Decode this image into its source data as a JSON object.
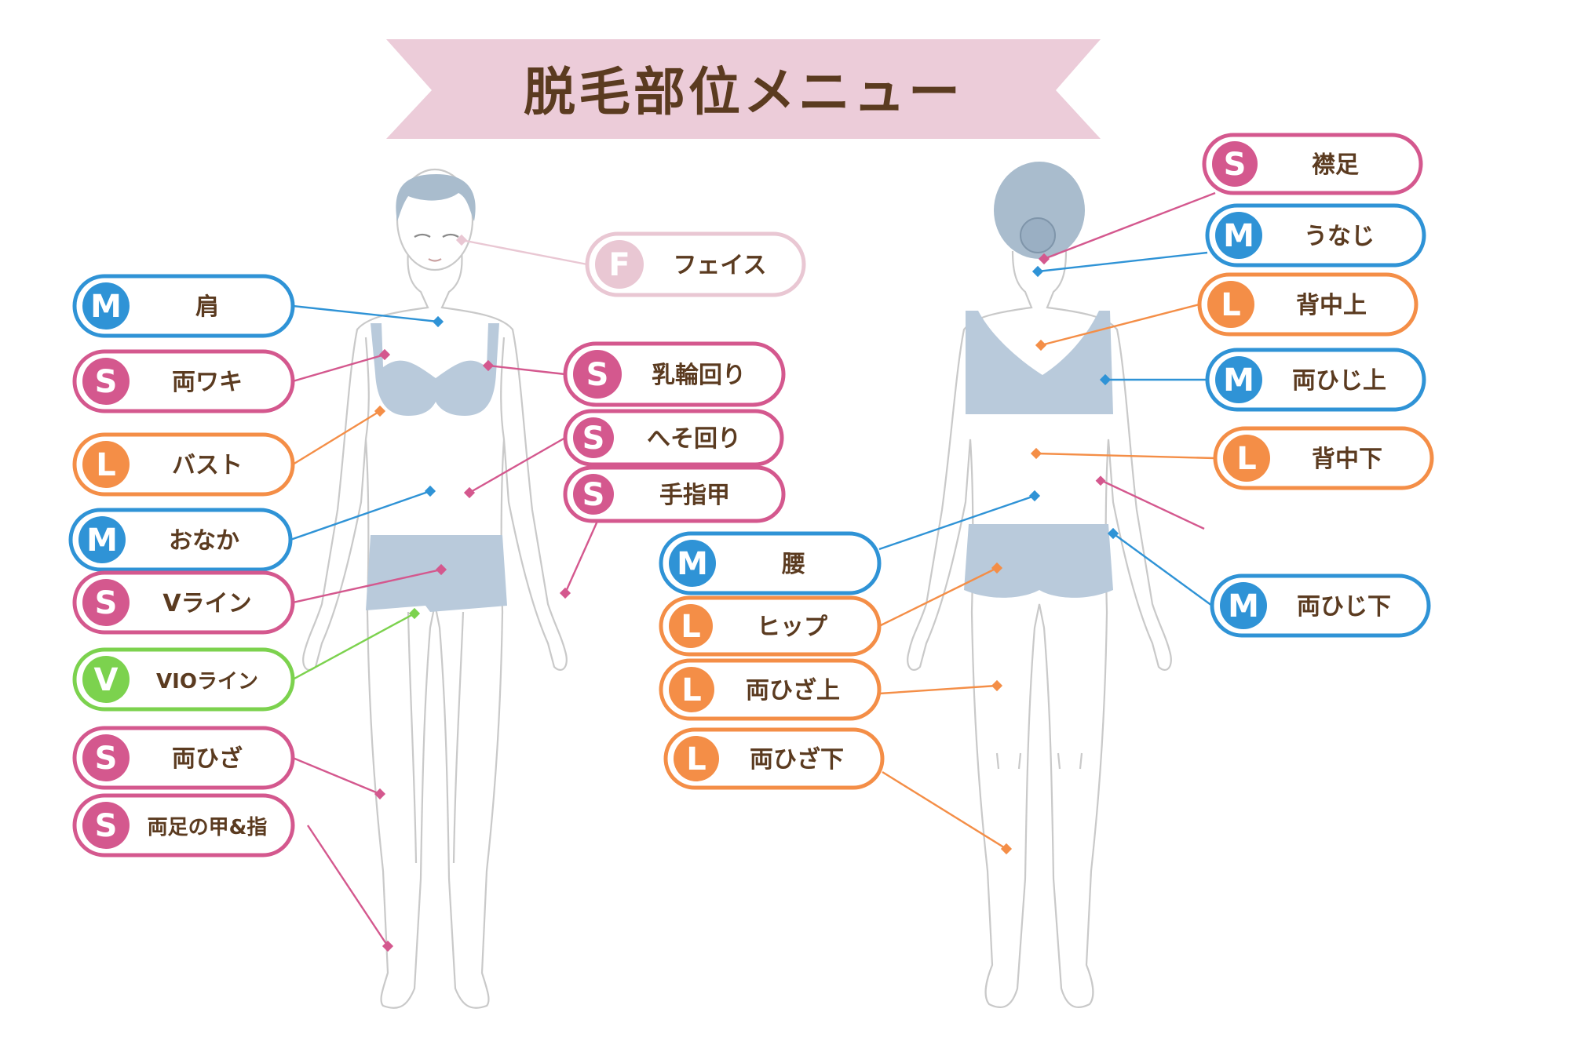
{
  "title": "脱毛部位メニュー",
  "colors": {
    "S": "#d4588e",
    "M": "#2f93d6",
    "L": "#f48e47",
    "V": "#7cd24e",
    "F": "#e9c7d3",
    "banner": "#ecccd9",
    "text": "#5b3b20",
    "body_outline": "#c9c9c9",
    "underwear": "#b9cadb",
    "hair": "#a9bccd"
  },
  "front_items": [
    {
      "badge": "M",
      "label": "肩"
    },
    {
      "badge": "S",
      "label": "両ワキ"
    },
    {
      "badge": "L",
      "label": "バスト"
    },
    {
      "badge": "M",
      "label": "おなか"
    },
    {
      "badge": "S",
      "label": "Vライン"
    },
    {
      "badge": "V",
      "label": "VIOライン"
    },
    {
      "badge": "S",
      "label": "両ひざ"
    },
    {
      "badge": "S",
      "label": "両足の甲&指"
    }
  ],
  "face_item": {
    "badge": "F",
    "label": "フェイス"
  },
  "front_mid_items": [
    {
      "badge": "S",
      "label": "乳輪回り"
    },
    {
      "badge": "S",
      "label": "へそ回り"
    },
    {
      "badge": "S",
      "label": "手指甲"
    }
  ],
  "back_mid_items": [
    {
      "badge": "M",
      "label": "腰"
    },
    {
      "badge": "L",
      "label": "ヒップ"
    },
    {
      "badge": "L",
      "label": "両ひざ上"
    },
    {
      "badge": "L",
      "label": "両ひざ下"
    }
  ],
  "back_items": [
    {
      "badge": "S",
      "label": "襟足"
    },
    {
      "badge": "M",
      "label": "うなじ"
    },
    {
      "badge": "L",
      "label": "背中上"
    },
    {
      "badge": "M",
      "label": "両ひじ上"
    },
    {
      "badge": "L",
      "label": "背中下"
    },
    {
      "badge": "M",
      "label": "両ひじ下"
    }
  ]
}
